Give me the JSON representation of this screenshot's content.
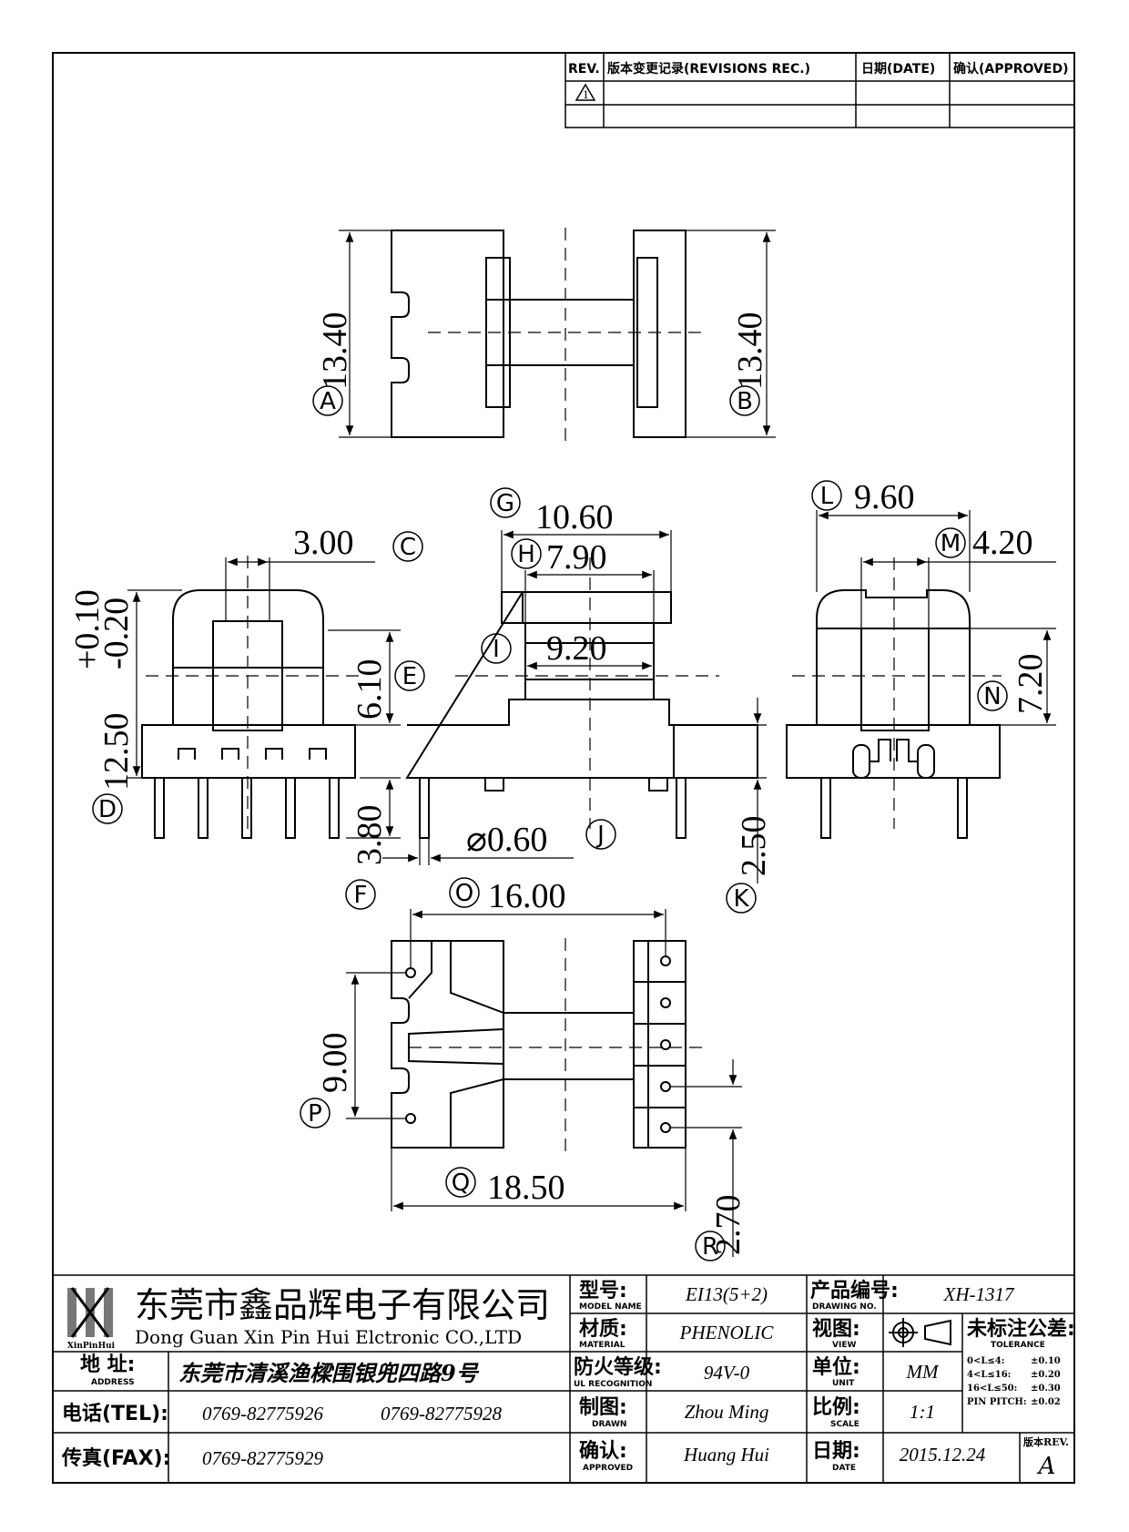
{
  "revisions": {
    "col_rev": "REV.",
    "col_record": "版本变更记录(REVISIONS REC.)",
    "col_date": "日期(DATE)",
    "col_approved": "确认(APPROVED)",
    "rev_marker": "1"
  },
  "dimensions": {
    "A": {
      "letter": "A",
      "value": "13.40"
    },
    "B": {
      "letter": "B",
      "value": "13.40"
    },
    "C": {
      "letter": "C",
      "value": "3.00"
    },
    "D": {
      "letter": "D",
      "value_main": "12.50",
      "tol_plus": "+0.10",
      "tol_minus": "-0.20"
    },
    "E": {
      "letter": "E",
      "value": "6.10"
    },
    "F": {
      "letter": "F",
      "value": "3.80"
    },
    "G": {
      "letter": "G",
      "value": "10.60"
    },
    "H": {
      "letter": "H",
      "value": "7.90"
    },
    "I": {
      "letter": "I",
      "value": "9.20"
    },
    "J": {
      "letter": "J",
      "value": "⌀0.60"
    },
    "K": {
      "letter": "K",
      "value": "2.50"
    },
    "L": {
      "letter": "L",
      "value": "9.60"
    },
    "M": {
      "letter": "M",
      "value": "4.20"
    },
    "N": {
      "letter": "N",
      "value": "7.20"
    },
    "O": {
      "letter": "O",
      "value": "16.00"
    },
    "P": {
      "letter": "P",
      "value": "9.00"
    },
    "Q": {
      "letter": "Q",
      "value": "18.50"
    },
    "R": {
      "letter": "R",
      "value": "2.70"
    }
  },
  "company": {
    "logo_text": "XinPinHui",
    "name_cn": "东莞市鑫品辉电子有限公司",
    "name_en": "Dong Guan Xin Pin Hui Elctronic CO.,LTD",
    "address_label_cn": "地 址:",
    "address_label_en": "ADDRESS",
    "address": "东莞市清溪渔樑围银兜四路9号",
    "tel_label": "电话(TEL):",
    "tel1": "0769-82775926",
    "tel2": "0769-82775928",
    "fax_label": "传真(FAX):",
    "fax": "0769-82775929"
  },
  "title_block": {
    "model_cn": "型号:",
    "model_en": "MODEL NAME",
    "model": "EI13(5+2)",
    "material_cn": "材质:",
    "material_en": "MATERIAL",
    "material": "PHENOLIC",
    "ul_cn": "防火等级:",
    "ul_en": "UL RECOGNITION",
    "ul": "94V-0",
    "drawn_cn": "制图:",
    "drawn_en": "DRAWN",
    "drawn": "Zhou Ming",
    "approved_cn": "确认:",
    "approved_en": "APPROVED",
    "approved": "Huang Hui",
    "drawing_no_cn": "产品编号:",
    "drawing_no_en": "DRAWING NO.",
    "drawing_no": "XH-1317",
    "view_cn": "视图:",
    "view_en": "VIEW",
    "unit_cn": "单位:",
    "unit_en": "UNIT",
    "unit": "MM",
    "scale_cn": "比例:",
    "scale_en": "SCALE",
    "scale": "1:1",
    "date_cn": "日期:",
    "date_en": "DATE",
    "date": "2015.12.24",
    "tolerance_cn": "未标注公差:",
    "tolerance_en": "TOLERANCE",
    "tolerances": [
      {
        "range": "0<L≤4:",
        "value": "±0.10"
      },
      {
        "range": "4<L≤16:",
        "value": "±0.20"
      },
      {
        "range": "16<L≤50:",
        "value": "±0.30"
      },
      {
        "range": "PIN PITCH:",
        "value": "±0.02"
      }
    ],
    "rev_label": "版本REV.",
    "rev": "A"
  }
}
